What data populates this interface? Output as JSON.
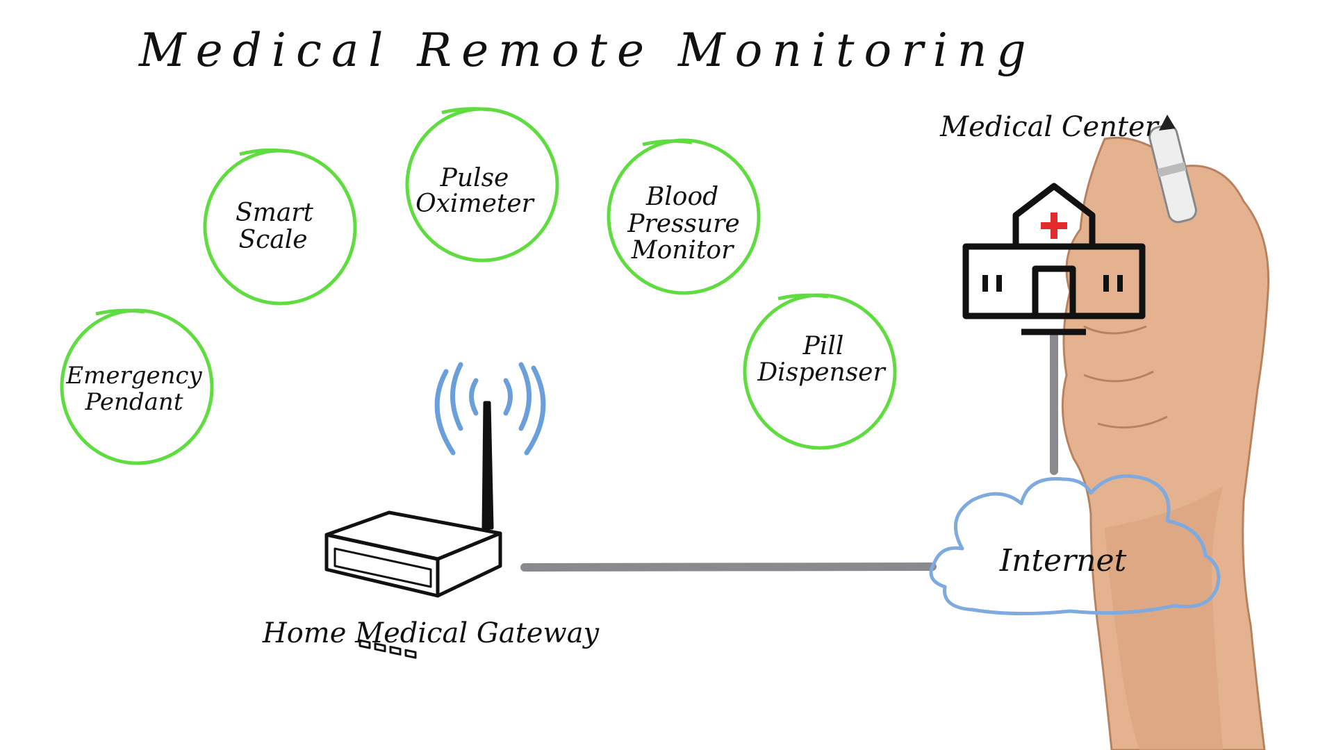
{
  "title": "Medical Remote Monitoring",
  "devices": [
    {
      "id": "smart-scale",
      "lines": [
        "Smart",
        "Scale"
      ]
    },
    {
      "id": "pulse-oximeter",
      "lines": [
        "Pulse",
        "Oximeter"
      ]
    },
    {
      "id": "blood-pressure-monitor",
      "lines": [
        "Blood",
        "Pressure",
        "Monitor"
      ]
    },
    {
      "id": "emergency-pendant",
      "lines": [
        "Emergency",
        "Pendant"
      ]
    },
    {
      "id": "pill-dispenser",
      "lines": [
        "Pill",
        "Dispenser"
      ]
    }
  ],
  "nodes": {
    "gateway_label": "Home Medical Gateway",
    "internet_label": "Internet",
    "medical_center_label": "Medical Center"
  },
  "colors": {
    "device_circle": "#5fdc3f",
    "wifi_waves": "#6a9fdc",
    "cloud": "#7eaae0",
    "connector": "#8a8a8e",
    "cross": "#e22b2b",
    "ink": "#111111",
    "skin": "#e4b28f"
  },
  "icons": {
    "router": "router-icon",
    "cloud": "cloud-icon",
    "hospital": "hospital-icon",
    "wifi": "wifi-waves-icon",
    "hand": "hand-with-marker"
  }
}
